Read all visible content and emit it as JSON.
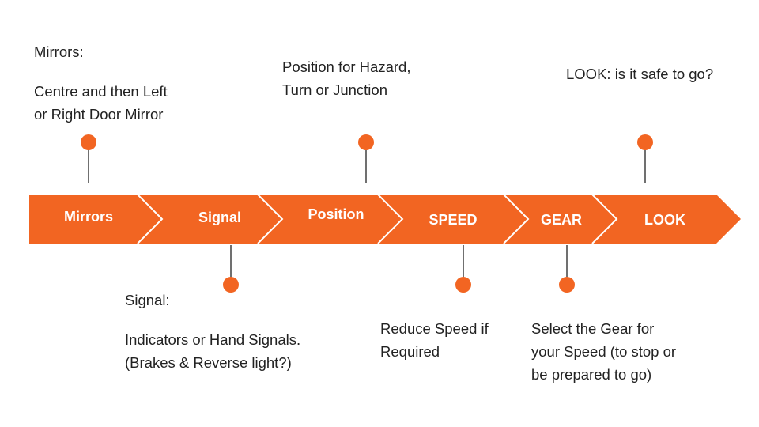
{
  "colors": {
    "accent": "#f26522",
    "stem": "#222222",
    "divider": "#ffffff",
    "text": "#222222"
  },
  "stages": [
    {
      "label": "Mirrors"
    },
    {
      "label": "Signal"
    },
    {
      "label": "Position"
    },
    {
      "label": "SPEED"
    },
    {
      "label": "GEAR"
    },
    {
      "label": "LOOK"
    }
  ],
  "notes": {
    "mirrors": {
      "heading": "Mirrors:",
      "lines": [
        "Centre and then Left",
        "or Right Door Mirror"
      ]
    },
    "position": {
      "lines": [
        "Position for Hazard,",
        "Turn or Junction"
      ]
    },
    "look": {
      "lines": [
        "LOOK: is it safe to go?"
      ]
    },
    "signal": {
      "heading": "Signal:",
      "lines": [
        "Indicators or Hand Signals.",
        "(Brakes & Reverse light?)"
      ]
    },
    "speed": {
      "lines": [
        "Reduce Speed if",
        "Required"
      ]
    },
    "gear": {
      "lines": [
        "Select the Gear for",
        "your Speed (to stop or",
        "be prepared to go)"
      ]
    }
  }
}
